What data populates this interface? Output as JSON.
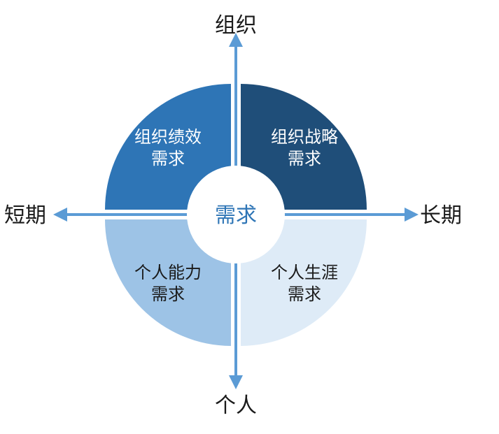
{
  "axes": {
    "top": "组织",
    "bottom": "个人",
    "left": "短期",
    "right": "长期"
  },
  "center": "需求",
  "quadrants": {
    "top_left": {
      "line1": "组织绩效",
      "line2": "需求"
    },
    "top_right": {
      "line1": "组织战略",
      "line2": "需求"
    },
    "bottom_left": {
      "line1": "个人能力",
      "line2": "需求"
    },
    "bottom_right": {
      "line1": "个人生涯",
      "line2": "需求"
    }
  },
  "colors": {
    "top_left": "#2e75b6",
    "top_right": "#1f4e79",
    "bottom_left": "#9dc3e6",
    "bottom_right": "#deebf7",
    "axis": "#5b9bd5",
    "center_text": "#2e75b6"
  }
}
